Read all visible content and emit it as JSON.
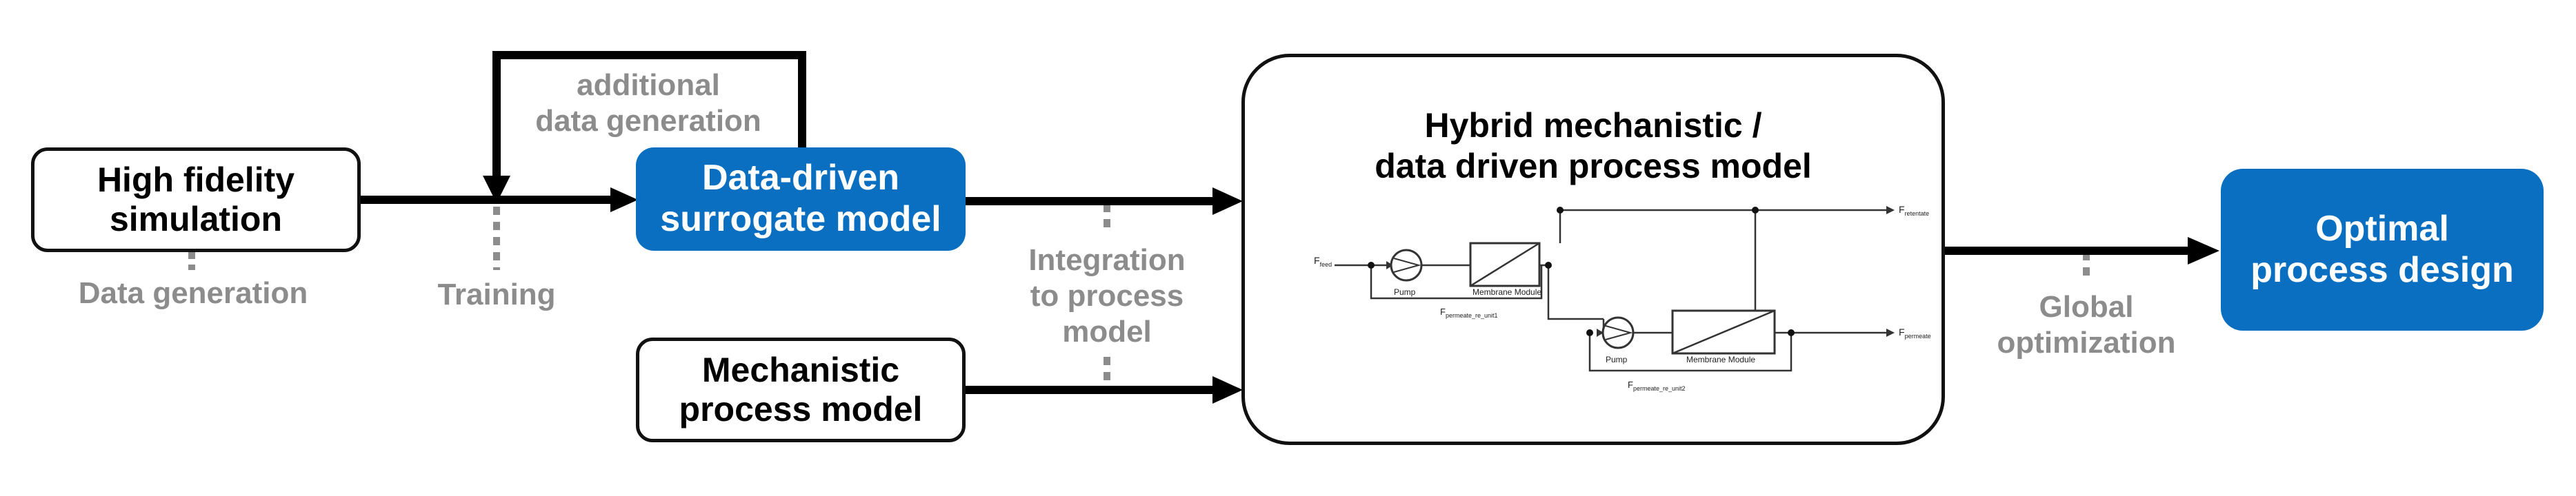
{
  "nodes": {
    "high_fidelity": {
      "line1": "High fidelity",
      "line2": "simulation"
    },
    "data_driven": {
      "line1": "Data-driven",
      "line2": "surrogate model"
    },
    "mechanistic": {
      "line1": "Mechanistic",
      "line2": "process model"
    },
    "hybrid": {
      "line1": "Hybrid mechanistic /",
      "line2": "data driven process model"
    },
    "optimal": {
      "line1": "Optimal",
      "line2": "process design"
    }
  },
  "labels": {
    "data_generation": "Data generation",
    "training": "Training",
    "additional_1": "additional",
    "additional_2": "data generation",
    "integration_1": "Integration",
    "integration_2": "to process",
    "integration_3": "model",
    "global_1": "Global",
    "global_2": "optimization"
  },
  "flowsheet": {
    "f_feed": "F",
    "f_feed_sub": "feed",
    "f_retentate": "F",
    "f_retentate_sub": "retentate",
    "f_permeate": "F",
    "f_permeate_sub": "permeate",
    "f_perm_unit1": "F",
    "f_perm_unit1_sub": "permeate_re_unit1",
    "f_perm_unit2": "F",
    "f_perm_unit2_sub": "permeate_re_unit2",
    "pump1": "Pump",
    "pump2": "Pump",
    "membrane1": "Membrane Module",
    "membrane2": "Membrane Module"
  },
  "colors": {
    "blue_box": "#0a6fc0",
    "label_gray": "#8c8c8c",
    "arrow": "#000000"
  }
}
